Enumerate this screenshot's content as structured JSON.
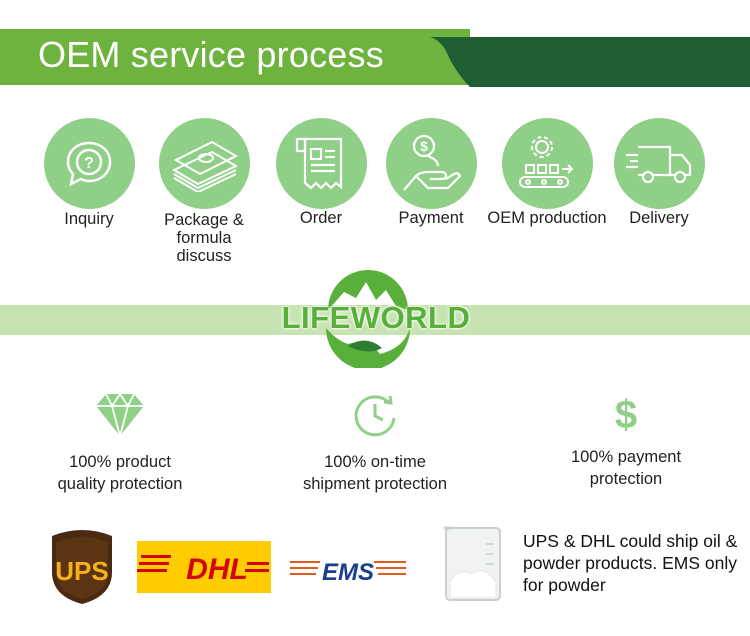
{
  "header": {
    "title": "OEM service process",
    "colors": {
      "light": "#6fb33f",
      "dark": "#1f5e33"
    }
  },
  "steps": [
    {
      "label": "Inquiry",
      "icon": "question-chat-icon"
    },
    {
      "label": "Package & formula discuss",
      "icon": "money-stack-icon"
    },
    {
      "label": "Order",
      "icon": "receipt-icon"
    },
    {
      "label": "Payment",
      "icon": "hand-coin-icon"
    },
    {
      "label": "OEM production",
      "icon": "conveyor-gear-icon"
    },
    {
      "label": "Delivery",
      "icon": "delivery-truck-icon"
    }
  ],
  "brand": {
    "logo_text": "LIFEWORLD",
    "color": "#58b03a"
  },
  "protections": [
    {
      "label": "100% product quality protection",
      "icon": "diamond-icon"
    },
    {
      "label": "100% on-time shipment protection",
      "icon": "clock-refresh-icon"
    },
    {
      "label": "100% payment protection",
      "icon": "dollar-icon"
    }
  ],
  "couriers": {
    "ups": "UPS",
    "dhl": "DHL",
    "ems": "EMS",
    "note": "UPS & DHL could ship oil & powder products. EMS only for powder"
  }
}
